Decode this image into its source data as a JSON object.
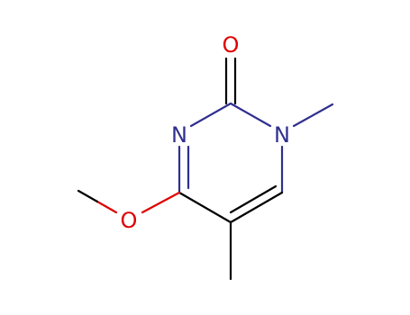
{
  "molecule": {
    "atoms": {
      "o_carbonyl": {
        "symbol": "O",
        "color": "#e00000"
      },
      "n1": {
        "symbol": "N",
        "color": "#2f2f8f"
      },
      "n3": {
        "symbol": "N",
        "color": "#2f2f8f"
      },
      "o_methoxy": {
        "symbol": "O",
        "color": "#e00000"
      }
    },
    "bond_color": "#000000"
  }
}
